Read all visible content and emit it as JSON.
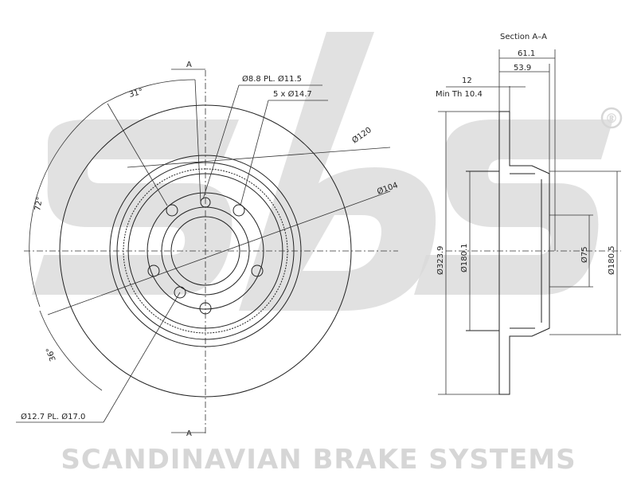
{
  "watermark": {
    "logo": "sbs",
    "registered": "®",
    "tagline": "SCANDINAVIAN BRAKE SYSTEMS"
  },
  "front_view": {
    "section_marker_top": "A",
    "section_marker_bottom": "A",
    "bolt_hole_label": "Ø8.8 PL. Ø11.5",
    "stud_label": "5 x Ø14.7",
    "pcd_outer_label": "Ø120",
    "pcd_inner_label": "Ø104",
    "angle_top": "31°",
    "angle_left": "72°",
    "angle_bottom": "36°",
    "hole_label_bottom": "Ø12.7 PL. Ø17.0"
  },
  "section_view": {
    "title": "Section A–A",
    "overall_height": "61.1",
    "hat_height": "53.9",
    "thickness": "12",
    "min_thickness": "Min Th  10.4",
    "outer_diameter": "Ø323.9",
    "hat_diameter": "Ø180.1",
    "center_bore": "Ø75",
    "hat_outer_diameter": "Ø180.5"
  }
}
